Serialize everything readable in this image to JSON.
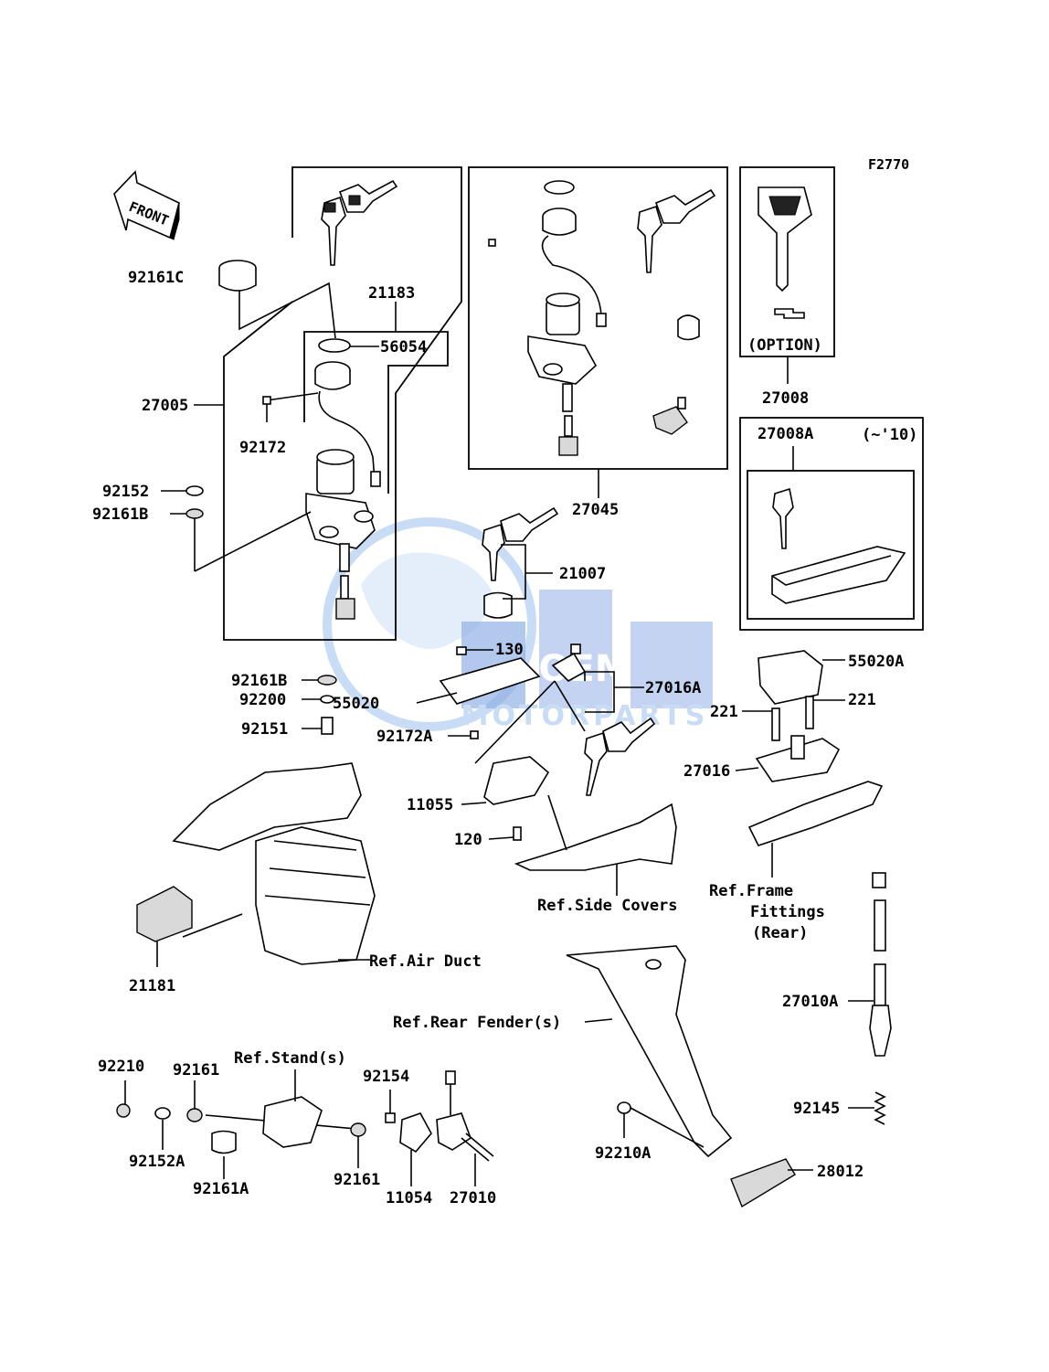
{
  "figure_code": "F2770",
  "front_arrow_text": "FRONT",
  "option_text": "(OPTION)",
  "model_range_text": "(~'10)",
  "watermark": {
    "brand": "OEM",
    "sub": "MOTORPARTS",
    "accent_color": "#3a6fd0",
    "globe_color": "#9cc0ee"
  },
  "labels": {
    "p92161C": "92161C",
    "p21183": "21183",
    "p56054": "56054",
    "p27005": "27005",
    "p92172": "92172",
    "p92152": "92152",
    "p92161B_top": "92161B",
    "p27045": "27045",
    "p21007": "21007",
    "p27008": "27008",
    "p27008A": "27008A",
    "p130": "130",
    "p92161B_mid": "92161B",
    "p92200": "92200",
    "p55020": "55020",
    "p27016A": "27016A",
    "p92151": "92151",
    "p92172A": "92172A",
    "p55020A": "55020A",
    "p221_left": "221",
    "p221_right": "221",
    "p27016": "27016",
    "p11055": "11055",
    "p120": "120",
    "ref_side_covers": "Ref.Side Covers",
    "ref_frame_l1": "Ref.Frame",
    "ref_frame_l2": "Fittings",
    "ref_frame_l3": "(Rear)",
    "p21181": "21181",
    "ref_air_duct": "Ref.Air Duct",
    "ref_rear_fender": "Ref.Rear Fender(s)",
    "p27010A": "27010A",
    "p92210": "92210",
    "p92161_top": "92161",
    "ref_stand": "Ref.Stand(s)",
    "p92154": "92154",
    "p92145": "92145",
    "p92210A": "92210A",
    "p92152A": "92152A",
    "p92161A": "92161A",
    "p92161_bottom": "92161",
    "p11054": "11054",
    "p27010": "27010",
    "p28012": "28012"
  }
}
